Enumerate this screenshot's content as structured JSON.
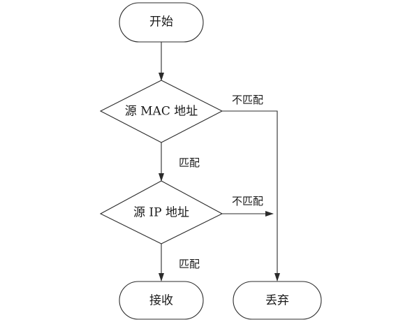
{
  "diagram": {
    "nodes": {
      "start": {
        "label": "开始",
        "shape": "terminator"
      },
      "check_mac": {
        "label": "源 MAC 地址",
        "shape": "decision"
      },
      "check_ip": {
        "label": "源 IP 地址",
        "shape": "decision"
      },
      "accept": {
        "label": "接收",
        "shape": "terminator"
      },
      "discard": {
        "label": "丢弃",
        "shape": "terminator"
      }
    },
    "edges": {
      "start_to_mac": {
        "from": "开始",
        "to": "源 MAC 地址",
        "label": ""
      },
      "mac_match": {
        "from": "源 MAC 地址",
        "to": "源 IP 地址",
        "label": "匹配"
      },
      "mac_mismatch": {
        "from": "源 MAC 地址",
        "to": "丢弃",
        "label": "不匹配"
      },
      "ip_match": {
        "from": "源 IP 地址",
        "to": "接收",
        "label": "匹配"
      },
      "ip_mismatch": {
        "from": "源 IP 地址",
        "to": "丢弃",
        "label": "不匹配"
      }
    },
    "colors": {
      "line": "#2b2b2b",
      "text": "#1a1a1a",
      "background": "#ffffff"
    }
  }
}
